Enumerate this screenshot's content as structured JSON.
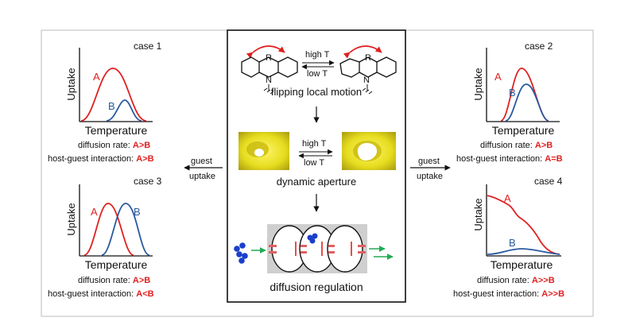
{
  "colors": {
    "red": "#e02020",
    "blue": "#2a5aa0",
    "green": "#22aa55",
    "yellow": "#e8e020",
    "gray": "#cfcfcf",
    "pink": "#e06060"
  },
  "axes": {
    "ylabel": "Uptake",
    "xlabel": "Temperature"
  },
  "prefixes": {
    "diffusion": "diffusion rate: ",
    "host_guest": "host-guest interaction: "
  },
  "series_labels": {
    "a": "A",
    "b": "B"
  },
  "cases": [
    {
      "title": "case 1",
      "diffusion_value": "A>B",
      "host_guest_value": "A>B"
    },
    {
      "title": "case 2",
      "diffusion_value": "A>B",
      "host_guest_value": "A=B"
    },
    {
      "title": "case 3",
      "diffusion_value": "A>B",
      "host_guest_value": "A<B"
    },
    {
      "title": "case 4",
      "diffusion_value": "A>>B",
      "host_guest_value": "A>>B"
    }
  ],
  "arrows": {
    "left": {
      "top": "guest",
      "bottom": "uptake"
    },
    "right": {
      "top": "guest",
      "bottom": "uptake"
    }
  },
  "center": {
    "equilibrium_top": "high T",
    "equilibrium_bottom": "low T",
    "molecule_atom_r": "R",
    "molecule_atom_n": "N",
    "step1_caption": "flipping local motion",
    "step2_caption": "dynamic aperture",
    "step3_caption": "diffusion regulation"
  }
}
